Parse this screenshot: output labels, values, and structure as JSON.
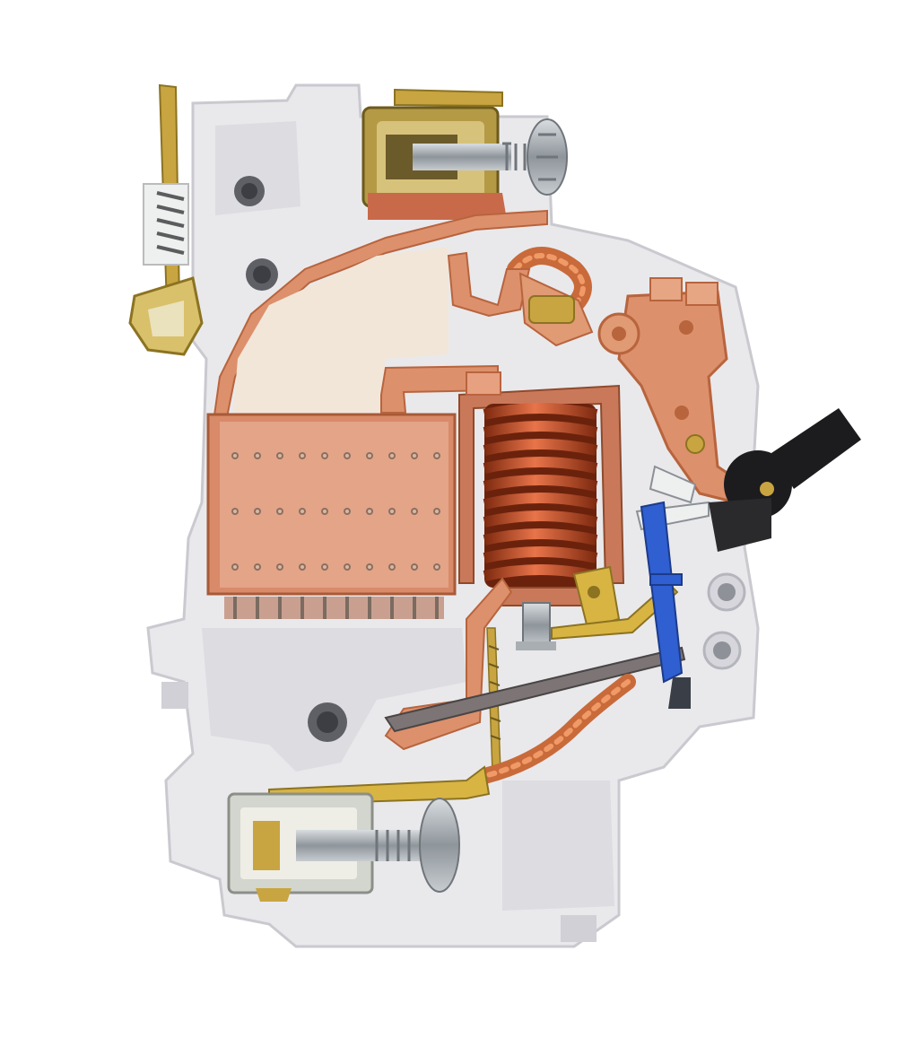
{
  "photo": {
    "subject": "circuit-breaker-cutaway",
    "colors": {
      "background": "#ffffff",
      "housing": "#e9e9ec",
      "housing_shadow": "#c9c9cf",
      "housing_recess": "#dcdce1",
      "chamber_fill": "#f2e6d9",
      "copper": "#dd906c",
      "copper_dark": "#b8643d",
      "coil": "#b8441c",
      "coil_highlight": "#e8744a",
      "brass": "#c8a540",
      "brass_dark": "#8c7322",
      "steel": "#a9aeb3",
      "steel_dark": "#6f757b",
      "blue_part": "#2f5fd0",
      "black_lever": "#1c1c1e",
      "braid": "#c96a3a"
    },
    "icons": [
      "screw-terminal",
      "solenoid-coil",
      "arc-chute",
      "bimetal-strip",
      "trip-lever",
      "din-clip"
    ]
  }
}
